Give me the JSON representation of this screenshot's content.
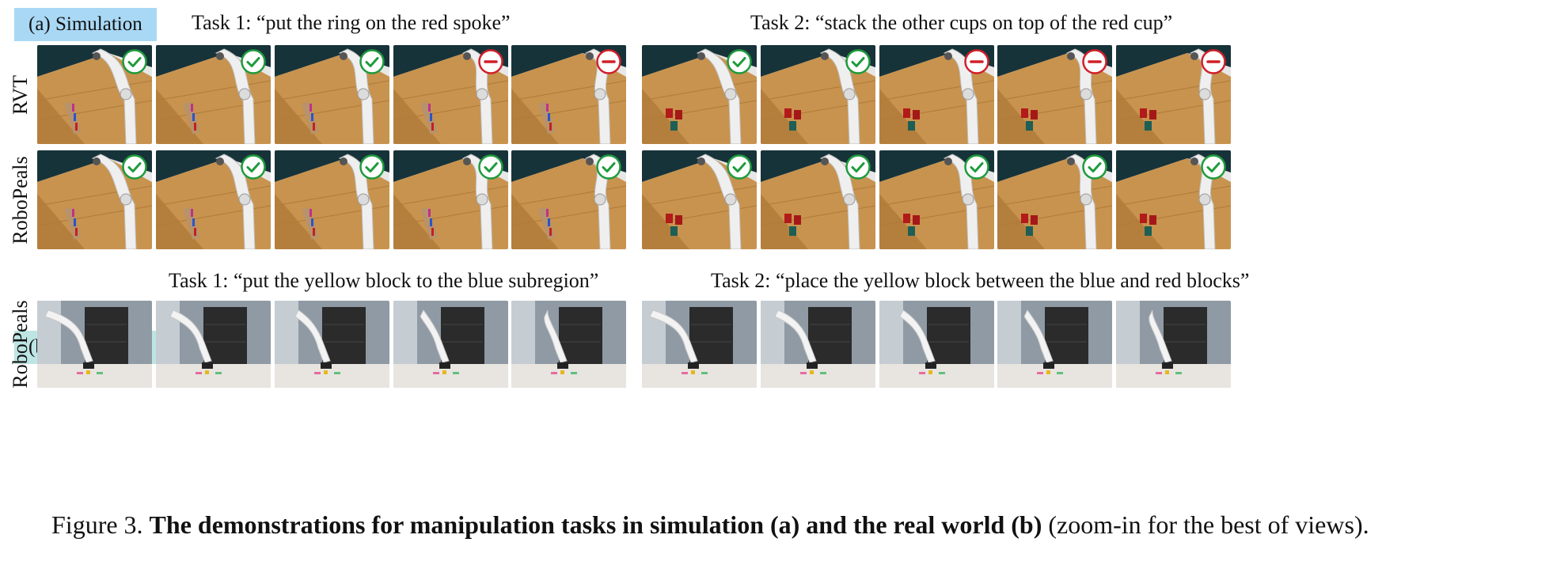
{
  "sections": {
    "simulation": "(a) Simulation",
    "real_world": "(b) Real-world"
  },
  "tasks": {
    "sim_task1": "Task 1: “put the ring on the red spoke”",
    "sim_task2": "Task 2: “stack the other cups on top of the red cup”",
    "real_task1": "Task 1: “put the yellow block to the blue subregion”",
    "real_task2": "Task 2: “place the yellow block between the blue and red blocks”"
  },
  "row_labels": {
    "sim_rvt": "RVT",
    "sim_roboppeals": "RoboPeals",
    "real_roboppeals": "RoboPeals"
  },
  "status": {
    "rvt_task1": [
      "success",
      "success",
      "success",
      "fail",
      "fail"
    ],
    "rvt_task2": [
      "success",
      "success",
      "fail",
      "fail",
      "fail"
    ],
    "roboppeals_task1": [
      "success",
      "success",
      "success",
      "success",
      "success"
    ],
    "roboppeals_task2": [
      "success",
      "success",
      "success",
      "success",
      "success"
    ]
  },
  "colors": {
    "success": "#1e9b3c",
    "fail": "#d0202a",
    "sim_label_bg": "#a9d8f5",
    "real_label_bg": "#bde5e3"
  },
  "caption": {
    "prefix": "Figure 3. ",
    "bold_a": "The demonstrations for manipulation tasks in simulation ",
    "bold_b": "(a) and the real world (b)",
    "rest": " (zoom-in for the best of views)."
  }
}
